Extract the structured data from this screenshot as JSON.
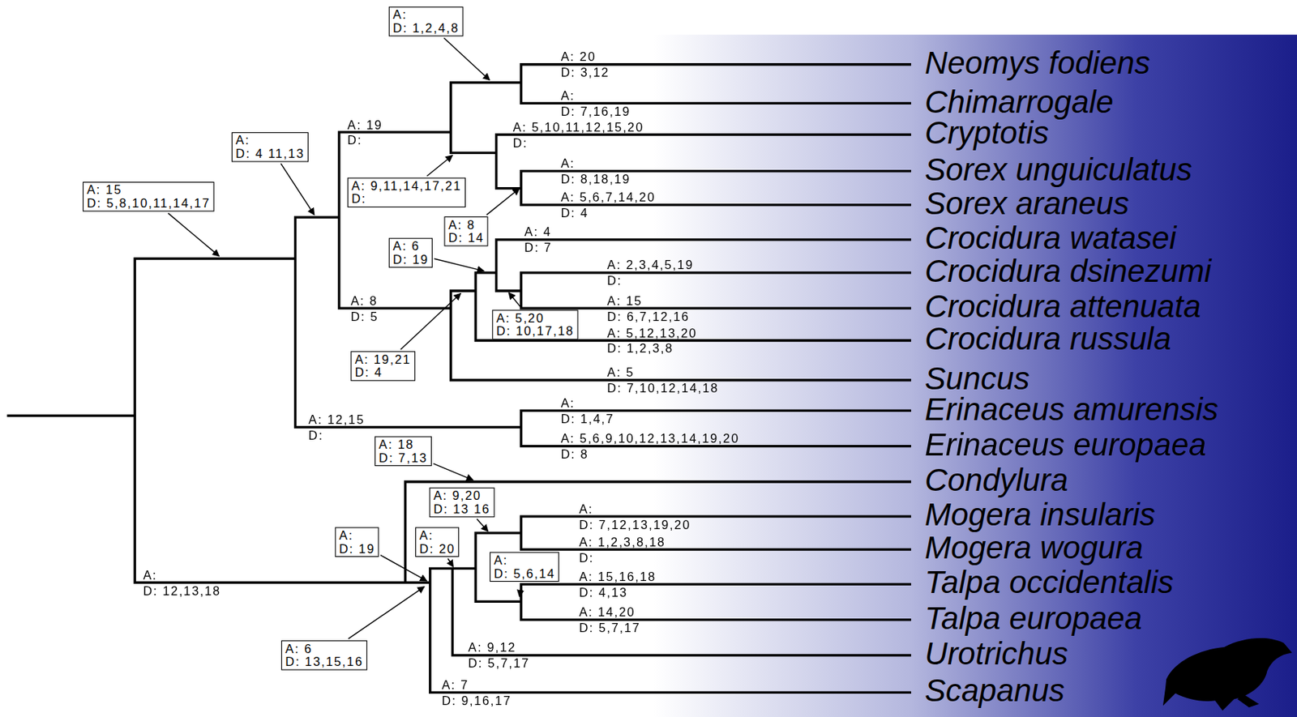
{
  "diagram": {
    "nodes": [
      {
        "text": [
          "A:",
          "D: 1,2,4,8"
        ]
      },
      {
        "text": [
          "A:",
          "D: 4 11,13"
        ]
      },
      {
        "text": [
          "A: 9,11,14,17,21",
          "D:"
        ]
      },
      {
        "text": [
          "A: 15",
          "D: 5,8,10,11,14,17"
        ]
      },
      {
        "text": [
          "A: 8",
          "D: 14"
        ]
      },
      {
        "text": [
          "A: 6",
          "D: 19"
        ]
      },
      {
        "text": [
          "A: 5,20",
          "D: 10,17,18"
        ]
      },
      {
        "text": [
          "A: 19,21",
          "D: 4"
        ]
      },
      {
        "text": [
          "A: 18",
          "D: 7,13"
        ]
      },
      {
        "text": [
          "A: 9,20",
          "D: 13 16"
        ]
      },
      {
        "text": [
          "A:",
          "D: 19"
        ]
      },
      {
        "text": [
          "A:",
          "D: 20"
        ]
      },
      {
        "text": [
          "A:",
          "D: 5,6,14"
        ]
      },
      {
        "text": [
          "A: 6",
          "D: 13,15,16"
        ]
      }
    ],
    "labels": [
      "A: 20",
      "D: 3,12",
      "Neomys fodiens",
      "A:",
      "D: 7,16,19",
      "Chimarrogale",
      "A: 19",
      "D:",
      "A: 5,10,11,12,15,20",
      "D:",
      "Cryptotis",
      "A:",
      "D: 8,18,19",
      "Sorex unguiculatus",
      "A: 5,6,7,14,20",
      "D: 4",
      "Sorex araneus",
      "A: 4",
      "D: 7",
      "Crocidura watasei",
      "A: 2,3,4,5,19",
      "D:",
      "Crocidura dsinezumi",
      "A: 8",
      "D: 5",
      "A: 15",
      "D: 6,7,12,16",
      "Crocidura attenuata",
      "A: 5,12,13,20",
      "D: 1,2,3,8",
      "Crocidura russula",
      "A: 5",
      "D: 7,10,12,14,18",
      "Suncus",
      "A:",
      "D: 1,4,7",
      "Erinaceus amurensis",
      "A: 12,15",
      "D:",
      "A: 5,6,9,10,12,13,14,19,20",
      "D: 8",
      "Erinaceus europaea",
      "Condylura",
      "A:",
      "D: 7,12,13,19,20",
      "Mogera insularis",
      "A: 1,2,3,8,18",
      "D:",
      "Mogera wogura",
      "A:",
      "D: 12,13,18",
      "A: 15,16,18",
      "D: 4,13",
      "Talpa occidentalis",
      "A: 14,20",
      "D: 5,7,17",
      "Talpa europaea",
      "A: 9,12",
      "D: 5,7,17",
      "Urotrichus",
      "A: 7",
      "D: 9,16,17",
      "Scapanus"
    ]
  }
}
